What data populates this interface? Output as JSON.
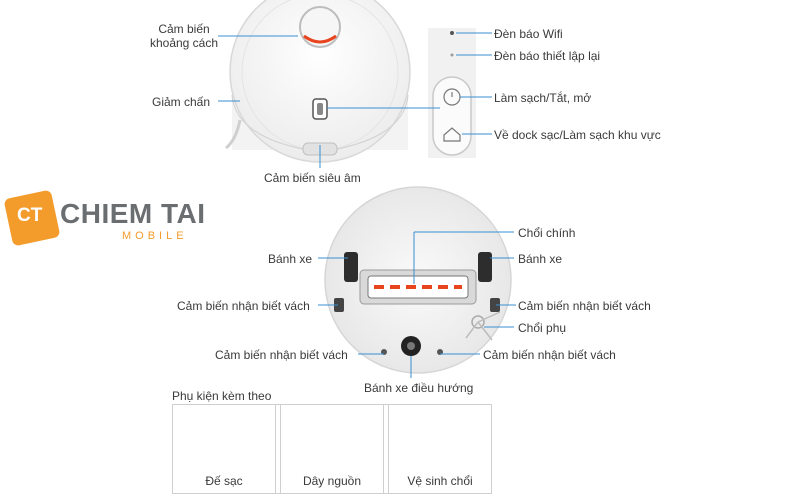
{
  "top": {
    "sensor_distance_l1": "Cảm biến",
    "sensor_distance_l2": "khoảng cách",
    "bumper": "Giảm chấn",
    "ultrasonic": "Cảm biến siêu âm"
  },
  "panel": {
    "wifi": "Đèn báo Wifi",
    "reset": "Đèn báo thiết lập lại",
    "power": "Làm sạch/Tắt, mở",
    "dock": "Về dock sạc/Làm sạch khu vực"
  },
  "logo": {
    "badge": "CT",
    "name": "CHIEM TAI",
    "sub": "MOBILE",
    "accent": "#f39c2b"
  },
  "bottom": {
    "main_brush": "Chổi chính",
    "wheel_left": "Bánh xe",
    "wheel_right": "Bánh xe",
    "cliff_left_upper": "Cảm biến nhận biết vách",
    "cliff_right_upper": "Cảm biến nhận biết vách",
    "side_brush": "Chổi phụ",
    "cliff_left_lower": "Cảm biến nhận biết vách",
    "cliff_right_lower": "Cảm biến nhận biết vách",
    "caster": "Bánh xe điều hướng"
  },
  "accessories": {
    "title": "Phụ kiện kèm theo",
    "items": [
      "Đế sạc",
      "Dây nguồn",
      "Vệ sinh chổi"
    ]
  },
  "colors": {
    "line": "#3b8fd0",
    "brush": "#e8451e"
  }
}
